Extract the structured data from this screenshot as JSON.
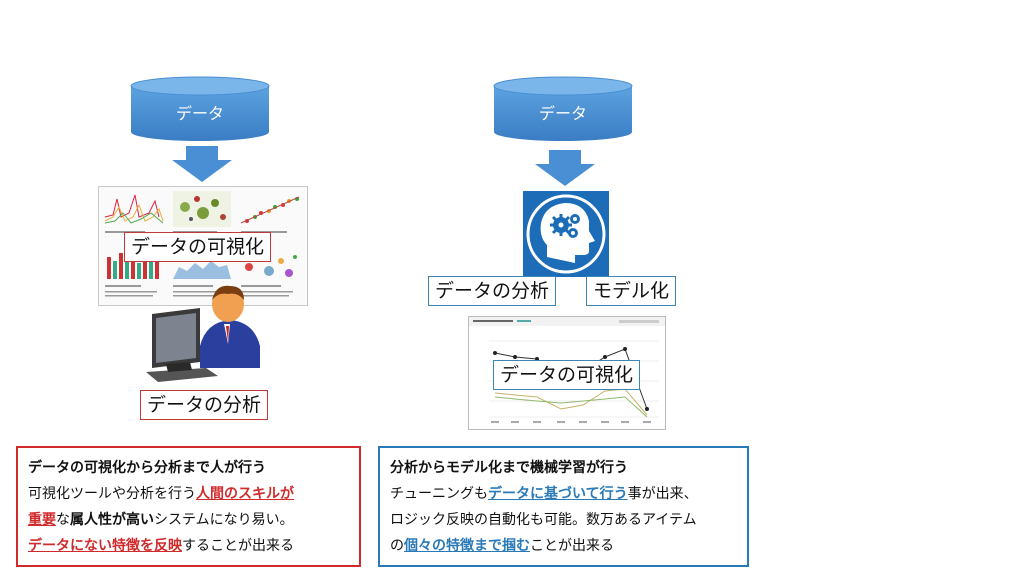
{
  "left": {
    "cylinder_label": "データ",
    "tag_visualize": "データの可視化",
    "tag_analyze": "データの分析",
    "box": {
      "heading": "データの可視化から分析まで人が行う",
      "line2_a": "可視化ツールや分析を行う",
      "line2_em": "人間のスキルが",
      "line3_em": "重要",
      "line3_b": "な",
      "line3_bold": "属人性が高い",
      "line3_c": "システムになり易い。",
      "line4_em": "データにない特徴を反映",
      "line4_c": "することが出来る"
    }
  },
  "right": {
    "cylinder_label": "データ",
    "tag_analyze": "データの分析",
    "tag_model": "モデル化",
    "tag_visualize": "データの可視化",
    "box": {
      "heading": "分析からモデル化まで機械学習が行う",
      "line2_a": "チューニングも",
      "line2_em": "データに基づいて行う",
      "line2_c": "事が出来、",
      "line3": "ロジック反映の自動化も可能。数万あるアイテム",
      "line4_a": "の",
      "line4_em": "個々の特徴まで掴む",
      "line4_c": "ことが出来る"
    }
  },
  "colors": {
    "cylinder": "#4a8fd4",
    "arrow": "#4a8fd4",
    "red": "#d12a2a",
    "blue": "#2a7ab8",
    "ml_icon": "#1c6cb8"
  },
  "icons": [
    "database-cylinder",
    "down-arrow",
    "dashboard-thumbnail",
    "user-at-computer-icon",
    "machine-learning-head-icon",
    "line-chart-screenshot"
  ]
}
